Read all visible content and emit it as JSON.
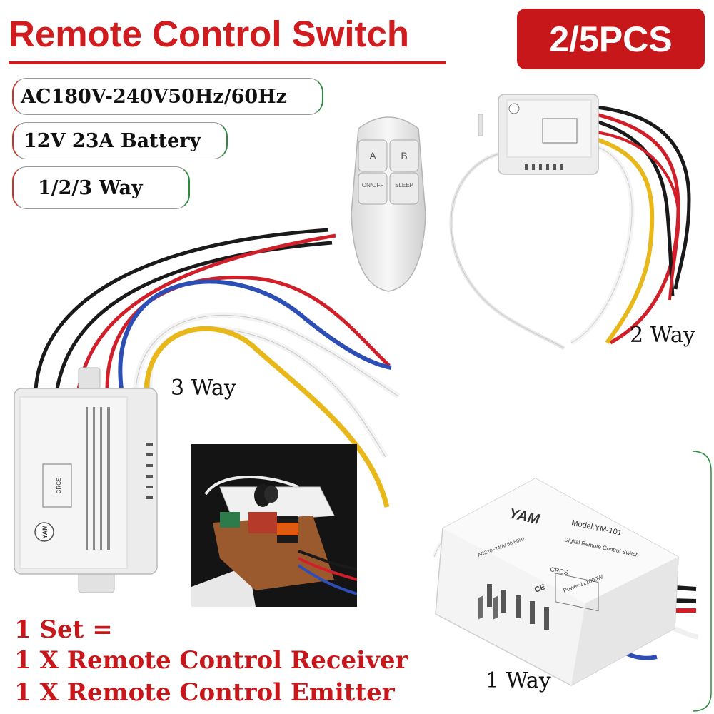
{
  "header": {
    "title": "Remote Control Switch",
    "badge": "2/5PCS"
  },
  "specs": [
    "AC180V-240V50Hz/60Hz",
    "12V 23A Battery",
    "1/2/3 Way"
  ],
  "remote": {
    "button_a": "A",
    "button_b": "B",
    "button_onoff": "ON/OFF",
    "button_sleep": "SLEEP"
  },
  "labels": {
    "three_way": "3 Way",
    "two_way": "2 Way",
    "one_way": "1 Way"
  },
  "device_1way": {
    "brand": "YAM",
    "model": "Model:YM-101",
    "subtitle": "Digital Remote Control Switch",
    "voltage": "AC220~240V-50/60Hz",
    "power": "Power:1x1000W",
    "crcs": "CRCS",
    "ce": "CE"
  },
  "device_3way": {
    "brand": "YAM",
    "crcs": "CRCS"
  },
  "set_info": [
    "1 Set =",
    "1 X Remote Control Receiver",
    "1 X Remote Control Emitter"
  ],
  "colors": {
    "accent_red": "#c8171a",
    "wire_black": "#1a1a1a",
    "wire_red": "#d11f2a",
    "wire_blue": "#2d4fb5",
    "wire_yellow": "#e8b81a",
    "wire_white": "#f2f2f2"
  }
}
